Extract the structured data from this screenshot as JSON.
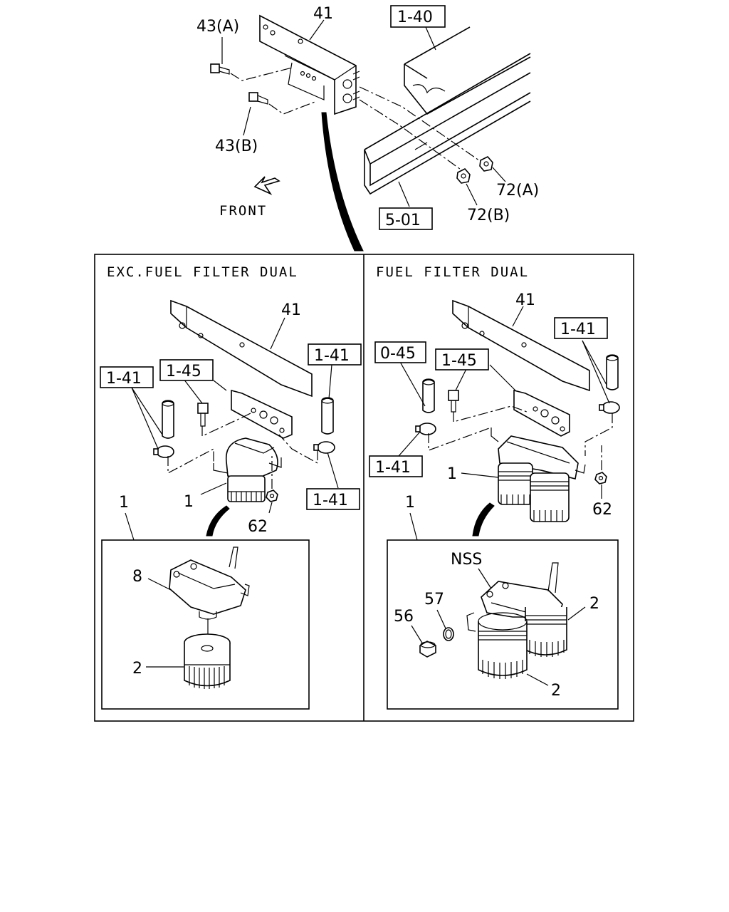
{
  "top": {
    "labels": {
      "p41": "41",
      "p43a": "43(A)",
      "p43b": "43(B)",
      "p72a": "72(A)",
      "p72b": "72(B)",
      "front": "FRONT"
    },
    "refs": {
      "r140": "1-40",
      "r501": "5-01"
    }
  },
  "left_panel": {
    "title": "EXC.FUEL FILTER DUAL",
    "labels": {
      "p41": "41",
      "p1": "1",
      "p62": "62",
      "p1_detail": "1",
      "p8": "8",
      "p2": "2"
    },
    "refs": {
      "r141_left": "1-41",
      "r145": "1-45",
      "r141_right": "1-41",
      "r141_bottom": "1-41"
    }
  },
  "right_panel": {
    "title": "FUEL FILTER DUAL",
    "labels": {
      "p41": "41",
      "p1": "1",
      "p62": "62",
      "p1_detail": "1",
      "nss": "NSS",
      "p57": "57",
      "p56": "56",
      "p2_upper": "2",
      "p2_lower": "2"
    },
    "refs": {
      "r045": "0-45",
      "r145": "1-45",
      "r141_top": "1-41",
      "r141_bottom": "1-41"
    }
  }
}
